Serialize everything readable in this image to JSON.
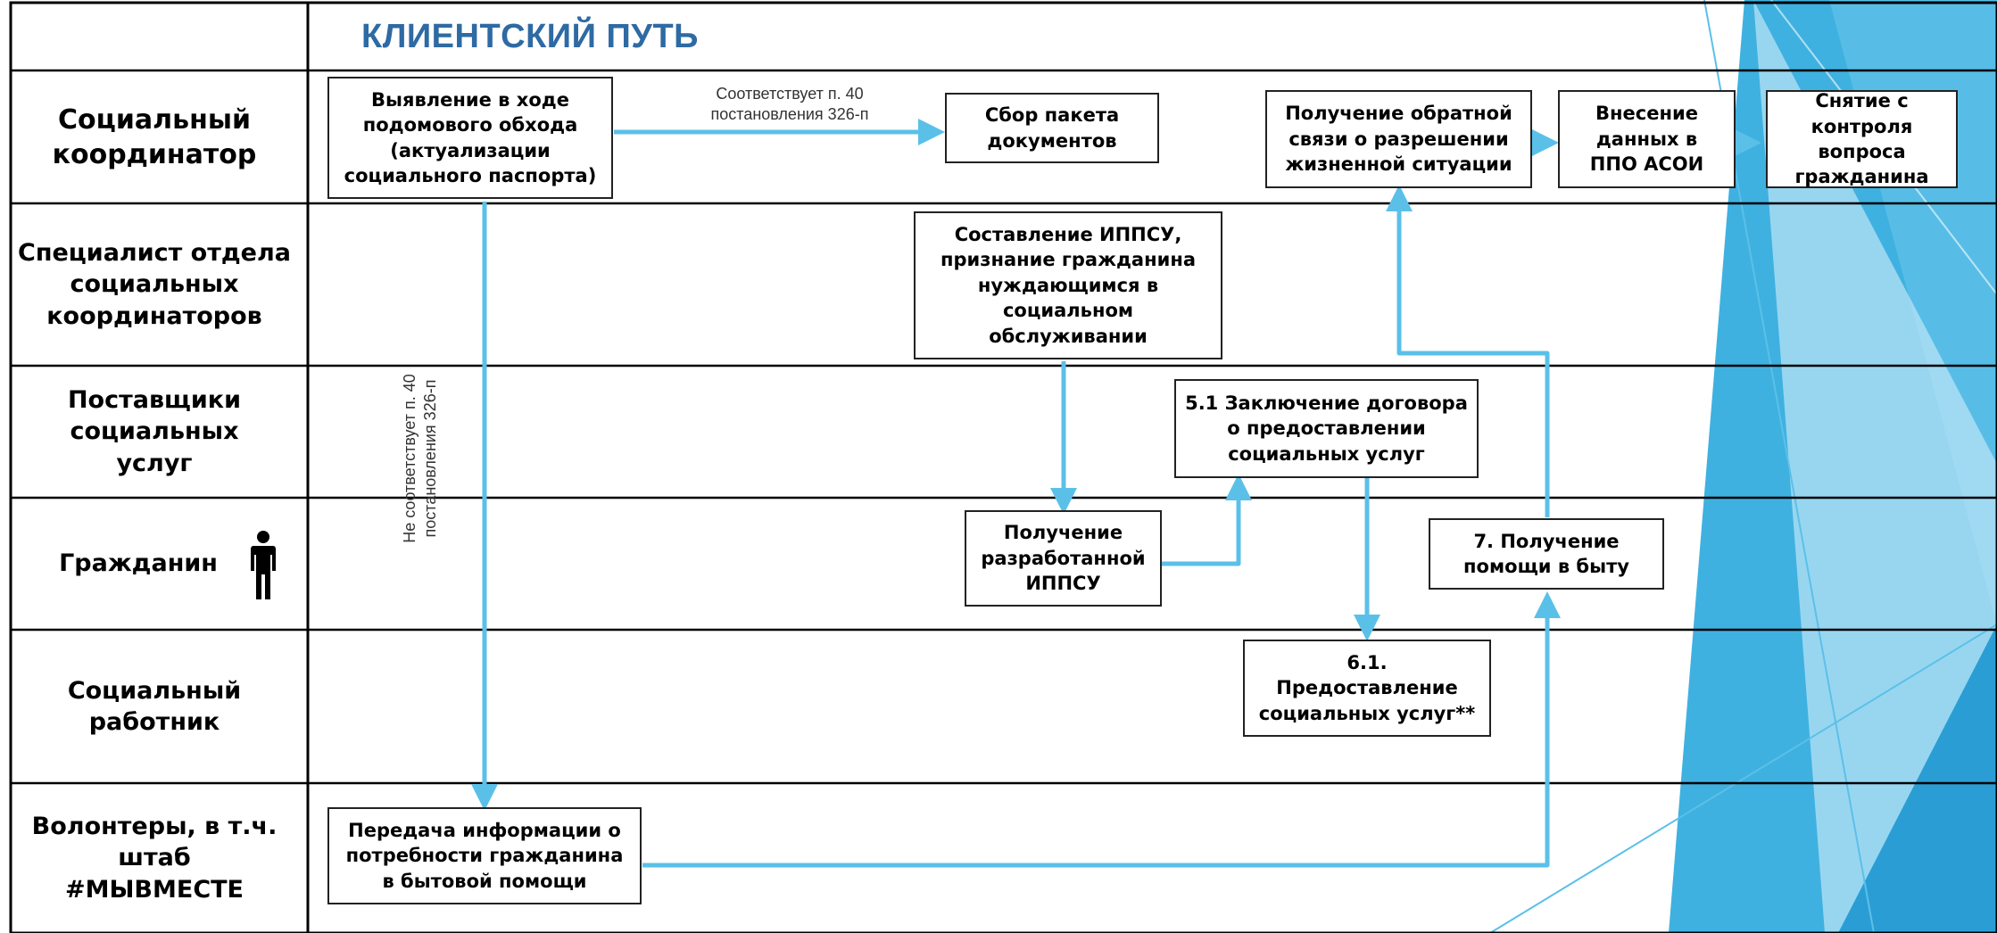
{
  "title": "КЛИЕНТСКИЙ ПУТЬ",
  "colors": {
    "arrow": "#5bc0e8",
    "title": "#2e6aa3",
    "accent_dark": "#1e9fd6",
    "accent_light": "#9fd8f0"
  },
  "lanes": [
    {
      "label": "Социальный\nкоординатор"
    },
    {
      "label": "Специалист отдела\nсоциальных\nкоординаторов"
    },
    {
      "label": "Поставщики\nсоциальных\nуслуг"
    },
    {
      "label": "Гражданин"
    },
    {
      "label": "Социальный\nработник"
    },
    {
      "label": "Волонтеры, в т.ч.\nштаб\n#МЫВМЕСТЕ"
    }
  ],
  "person_icon": "person-icon",
  "boxes": {
    "identify": "Выявление в ходе\nподомового обхода\n(актуализации\nсоциального паспорта)",
    "collect": "Сбор пакета\nдокументов",
    "feedback": "Получение обратной\nсвязи о разрешении\nжизненной ситуации",
    "data_entry": "Внесение\nданных в\nППО АСОИ",
    "removal": "Снятие с\nконтроля вопроса\nгражданина",
    "ippsu": "Составление ИППСУ,\nпризнание гражданина\nнуждающимся в\nсоциальном\nобслуживании",
    "contract": "5.1 Заключение договора\nо предоставлении\nсоциальных услуг",
    "receive_ippsu": "Получение\nразработанной\nИППСУ",
    "help": "7. Получение\nпомощи в быту",
    "services": "6.1.\nПредоставление\nсоциальных услуг**",
    "transfer": "Передача информации о\nпотребности гражданина\nв бытовой помощи"
  },
  "notes": {
    "complies": "Соответствует п. 40\nпостановления 326-п",
    "not_complies": "Не соответствует п. 40\nпостановления 326-п"
  }
}
